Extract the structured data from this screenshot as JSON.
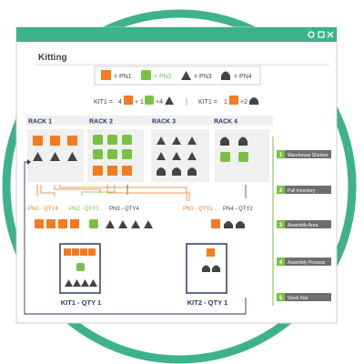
{
  "colors": {
    "teal": "#3db28c",
    "orange": "#f47b20",
    "green": "#7ac143",
    "dark": "#444444",
    "navy": "#2b3a67",
    "panel": "#f0f0f0",
    "stepBar": "#6d6e71"
  },
  "window": {
    "title": "Kitting",
    "controls": [
      "restore-icon",
      "maximize-icon",
      "close-icon"
    ]
  },
  "legend": {
    "items": [
      {
        "shape": "square",
        "color": "orange",
        "label": "= PN1"
      },
      {
        "shape": "square",
        "color": "green",
        "label": "= PN2"
      },
      {
        "shape": "triangle",
        "color": "dark",
        "label": "= PN3"
      },
      {
        "shape": "dome",
        "color": "dark",
        "label": "= PN4"
      }
    ]
  },
  "formulas": {
    "kit1_label": "KIT1 =",
    "kit1_n1": "4",
    "kit1_plus1": "+",
    "kit1_n2": "1",
    "kit1_plus2": "+4",
    "separator": "|",
    "kit2_label": "KIT1 =",
    "kit2_n1": "1",
    "kit2_plus1": "+2"
  },
  "racks": {
    "labels": [
      "RACK 1",
      "RACK 2",
      "RACK 3",
      "RACK 4"
    ]
  },
  "pull_labels": {
    "pn1_qty4": "PN1 - QTY4",
    "pn2_qty1": "PN2 - QTY1",
    "pn3_qty4": "PN3 - QTY4",
    "pn1_qty1": "PN1 - QTY1",
    "pn4_qty2": "PN4 - QTY2"
  },
  "kits": {
    "kit1_label": "KIT1 - QTY 1",
    "kit2_label": "KIT2 - QTY 1"
  },
  "steps": [
    {
      "num": "1",
      "label": "Warehouse Shelves"
    },
    {
      "num": "2",
      "label": "Pull Inventory"
    },
    {
      "num": "3",
      "label": "Assembly Area"
    },
    {
      "num": "4",
      "label": "Assembly Process"
    },
    {
      "num": "5",
      "label": "Stock Kits"
    }
  ]
}
